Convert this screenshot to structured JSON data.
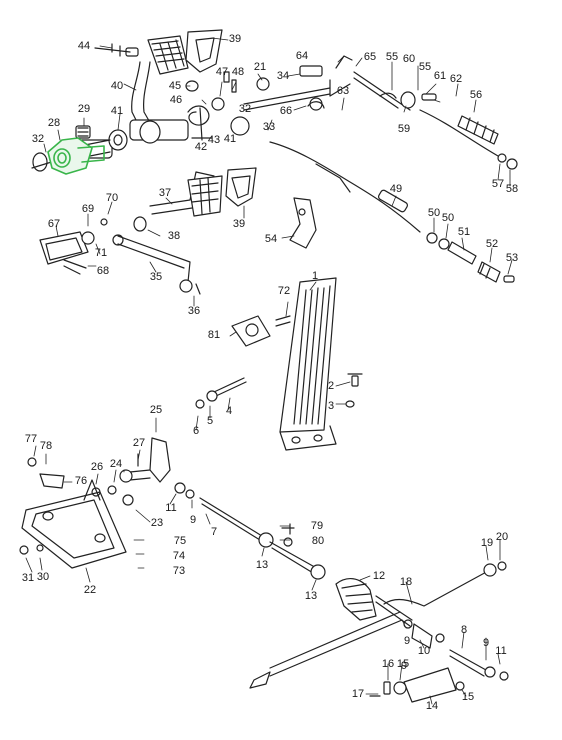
{
  "diagram": {
    "highlight_color": "#39b54a",
    "highlighted_part": "28",
    "callouts": [
      "1",
      "2",
      "3",
      "4",
      "5",
      "6",
      "7",
      "8",
      "9",
      "10",
      "11",
      "12",
      "13",
      "14",
      "15",
      "16",
      "17",
      "18",
      "19",
      "20",
      "21",
      "22",
      "23",
      "24",
      "25",
      "26",
      "27",
      "28",
      "29",
      "30",
      "31",
      "32",
      "33",
      "34",
      "35",
      "36",
      "37",
      "38",
      "39",
      "40",
      "41",
      "42",
      "43",
      "44",
      "45",
      "46",
      "47",
      "48",
      "49",
      "50",
      "51",
      "52",
      "53",
      "54",
      "55",
      "56",
      "57",
      "58",
      "59",
      "60",
      "61",
      "62",
      "63",
      "64",
      "65",
      "66",
      "67",
      "68",
      "69",
      "70",
      "71",
      "72",
      "73",
      "74",
      "75",
      "76",
      "77",
      "78",
      "79",
      "80",
      "81"
    ]
  }
}
